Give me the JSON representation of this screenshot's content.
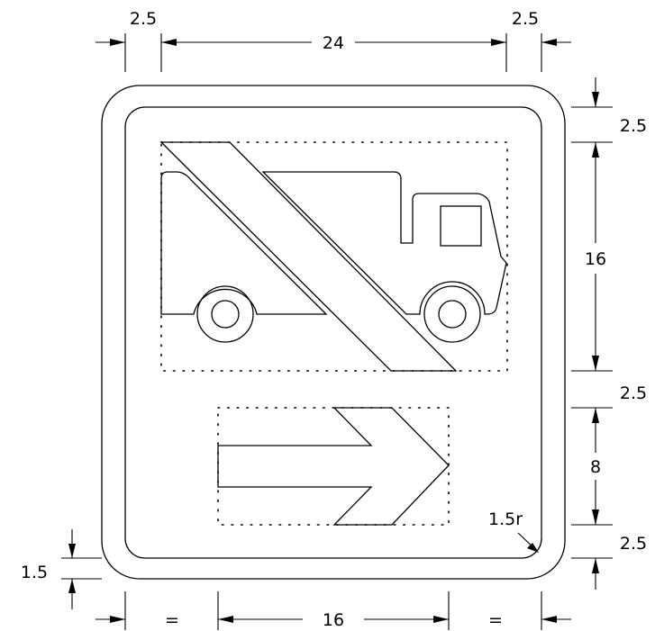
{
  "dimensions": {
    "top_left_border": "2.5",
    "top_width": "24",
    "top_right_border": "2.5",
    "right_top_border": "2.5",
    "right_symbol_height": "16",
    "right_gap": "2.5",
    "right_arrow_height": "8",
    "right_bottom_border": "2.5",
    "corner_radius": "1.5r",
    "left_edge_offset": "1.5",
    "bottom_left_equal": "=",
    "bottom_arrow_width": "16",
    "bottom_right_equal": "="
  },
  "colors": {
    "line": "#000000",
    "background": "#ffffff"
  },
  "icons": [
    "no-trucks-symbol",
    "right-arrow-symbol"
  ]
}
